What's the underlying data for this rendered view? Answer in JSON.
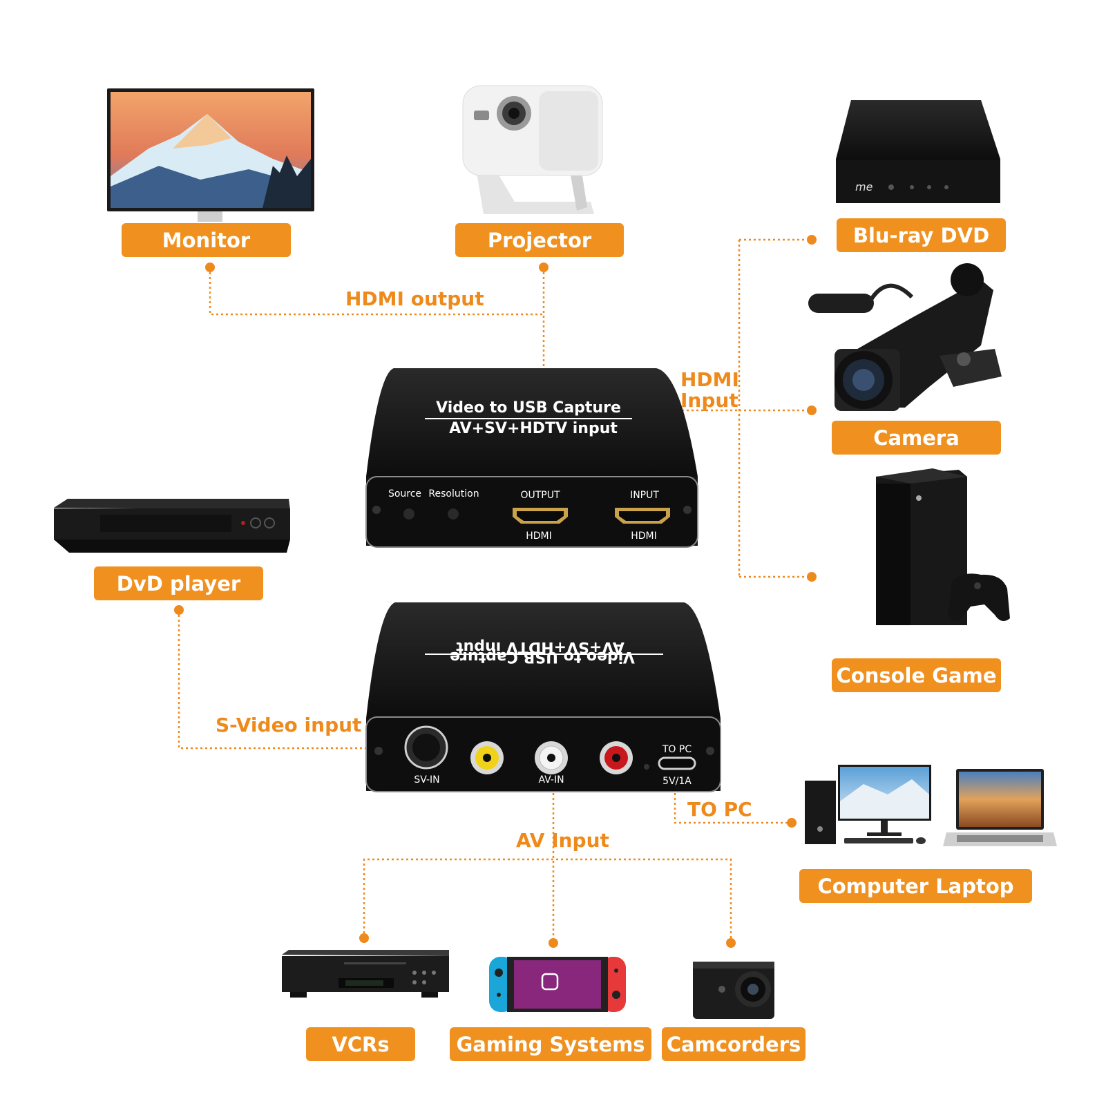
{
  "colors": {
    "accent": "#f0901e",
    "connector": "#ee8a1c",
    "device_body": "#141414"
  },
  "labels": {
    "monitor": "Monitor",
    "projector": "Projector",
    "bluray": "Blu-ray DVD",
    "camera": "Camera",
    "console": "Console Game",
    "dvd": "DvD player",
    "computer": "Computer   Laptop",
    "vcrs": "VCRs",
    "gaming": "Gaming  Systems",
    "camcorders": "Camcorders"
  },
  "connections": {
    "hdmi_output": "HDMI output",
    "hdmi_input_line1": "HDMI",
    "hdmi_input_line2": "Input",
    "svideo_input": "S-Video input",
    "to_pc": "TO PC",
    "av_input": "AV Input"
  },
  "top_device": {
    "title": "Video to USB Capture",
    "subtitle": "AV+SV+HDTV input",
    "source": "Source",
    "resolution": "Resolution",
    "output": "OUTPUT",
    "input": "INPUT",
    "hdmi_left": "HDMI",
    "hdmi_right": "HDMI"
  },
  "bottom_device": {
    "title": "Video to USB Capture",
    "subtitle": "AV+SV+HDTV input",
    "sv_in": "SV-IN",
    "av_in": "AV-IN",
    "to_pc": "TO PC",
    "power": "5V/1A"
  },
  "icons": [
    "monitor-icon",
    "projector-icon",
    "bluray-player-icon",
    "video-camera-icon",
    "game-console-icon",
    "dvd-player-icon",
    "desktop-computer-icon",
    "laptop-icon",
    "vcr-icon",
    "handheld-console-icon",
    "camcorder-icon"
  ]
}
